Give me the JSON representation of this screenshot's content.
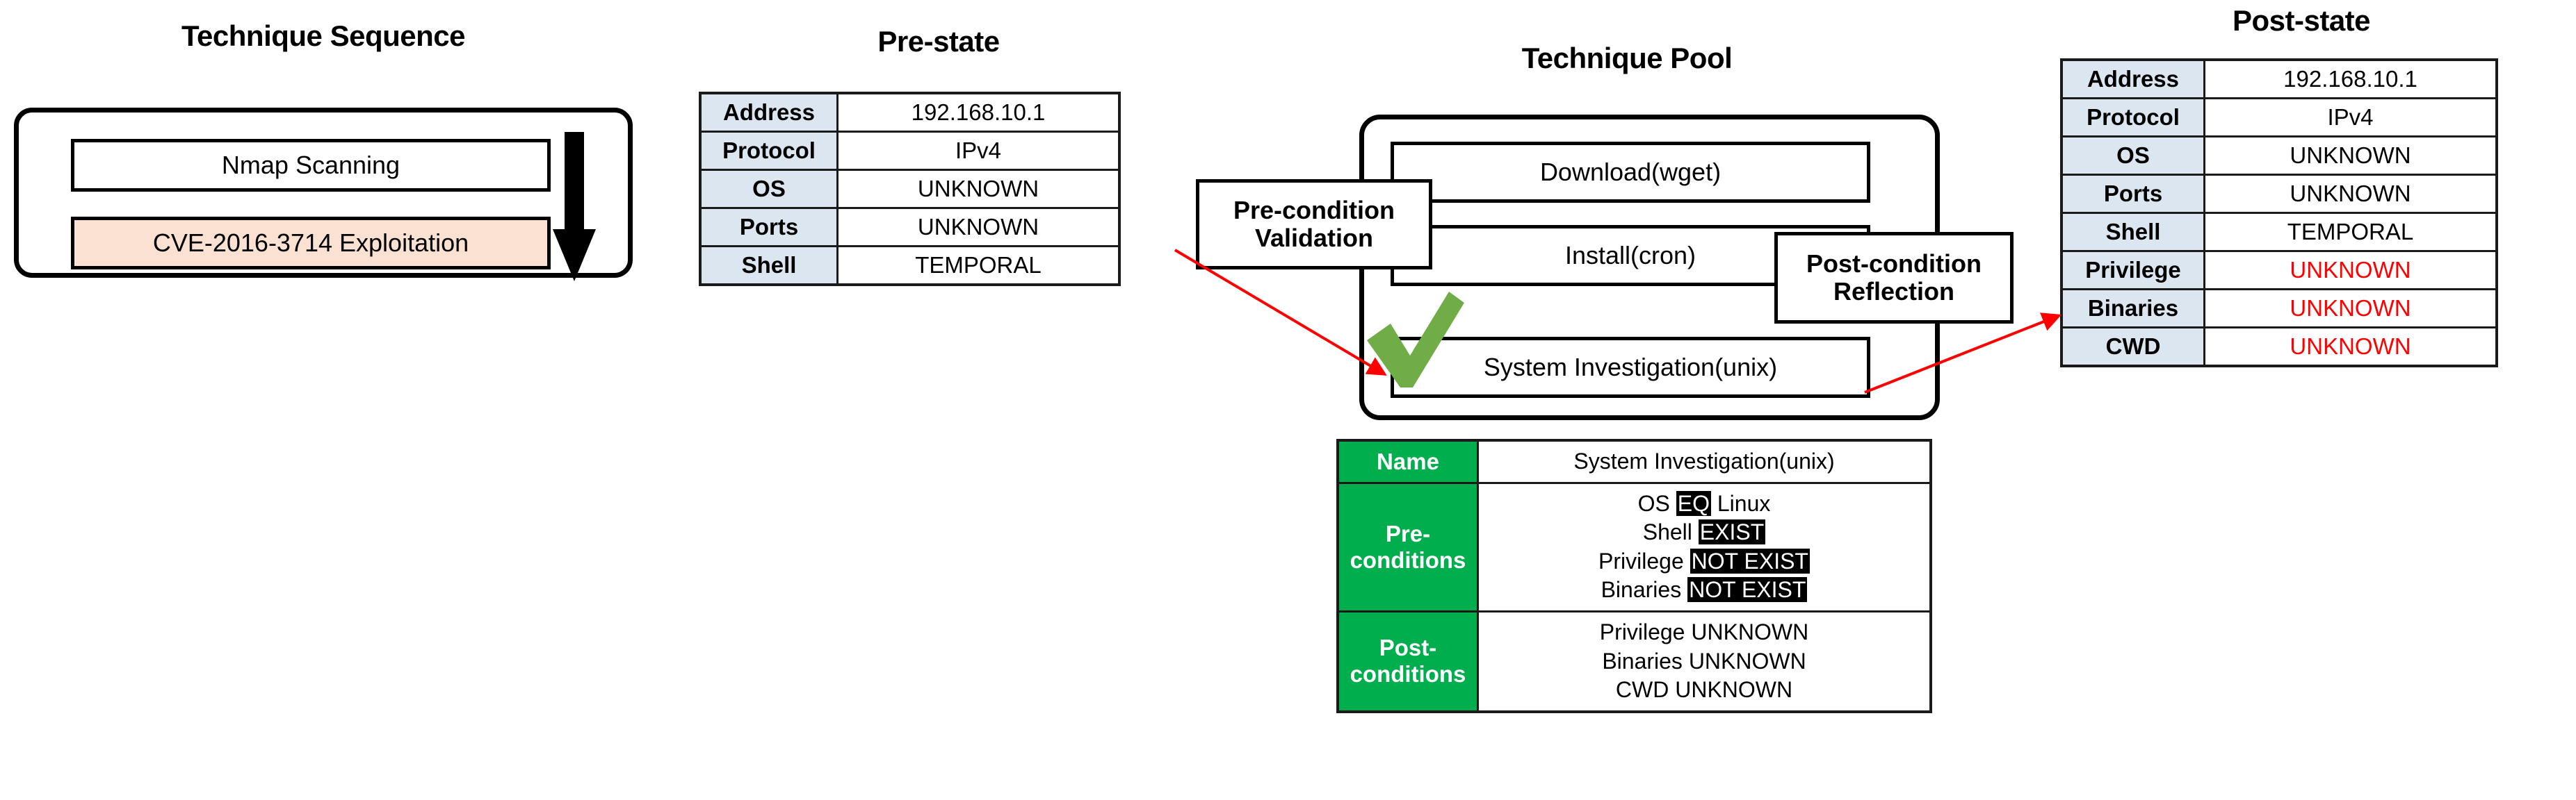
{
  "technique_sequence": {
    "title": "Technique Sequence",
    "items": [
      {
        "label": "Nmap Scanning",
        "highlighted": false
      },
      {
        "label": "CVE-2016-3714 Exploitation",
        "highlighted": true
      }
    ],
    "flow_arrow_icon": "down-arrow-icon",
    "highlight_color": "#FBE1D1"
  },
  "pre_state": {
    "title": "Pre-state",
    "rows": [
      {
        "key": "Address",
        "value": "192.168.10.1",
        "color": "#000000"
      },
      {
        "key": "Protocol",
        "value": "IPv4",
        "color": "#000000"
      },
      {
        "key": "OS",
        "value": "UNKNOWN",
        "color": "#000000"
      },
      {
        "key": "Ports",
        "value": "UNKNOWN",
        "color": "#000000"
      },
      {
        "key": "Shell",
        "value": "TEMPORAL",
        "color": "#000000"
      }
    ],
    "key_bg": "#DCE6F1"
  },
  "post_state": {
    "title": "Post-state",
    "rows": [
      {
        "key": "Address",
        "value": "192.168.10.1",
        "color": "#000000"
      },
      {
        "key": "Protocol",
        "value": "IPv4",
        "color": "#000000"
      },
      {
        "key": "OS",
        "value": "UNKNOWN",
        "color": "#000000"
      },
      {
        "key": "Ports",
        "value": "UNKNOWN",
        "color": "#000000"
      },
      {
        "key": "Shell",
        "value": "TEMPORAL",
        "color": "#000000"
      },
      {
        "key": "Privilege",
        "value": "UNKNOWN",
        "color": "#FF0000"
      },
      {
        "key": "Binaries",
        "value": "UNKNOWN",
        "color": "#FF0000"
      },
      {
        "key": "CWD",
        "value": "UNKNOWN",
        "color": "#FF0000"
      }
    ],
    "key_bg": "#DCE6F1",
    "changed_color": "#FF0000"
  },
  "technique_pool": {
    "title": "Technique Pool",
    "items": [
      {
        "label": "Download(wget)",
        "selected": false
      },
      {
        "label": "Install(cron)",
        "selected": false
      },
      {
        "label": "System Investigation(unix)",
        "selected": true
      }
    ],
    "selected_marker_icon": "green-check-icon",
    "selected_marker_color": "#70AD47"
  },
  "callouts": {
    "pre_condition": {
      "line1": "Pre-condition",
      "line2": "Validation"
    },
    "post_condition": {
      "line1": "Post-condition",
      "line2": "Reflection"
    }
  },
  "arrows": {
    "color": "#FF0000",
    "pre_validation_arrow": "red-arrow-prestate-to-technique",
    "post_reflection_arrow": "red-arrow-technique-to-poststate"
  },
  "technique_detail": {
    "header_bg": "#00AE4D",
    "rows": [
      {
        "label": "Name",
        "label_line1": "Name",
        "label_line2": "",
        "lines": [
          {
            "text": "System Investigation(unix)",
            "highlight": ""
          }
        ]
      },
      {
        "label": "Pre-conditions",
        "label_line1": "Pre-",
        "label_line2": "conditions",
        "lines": [
          {
            "prefix": "OS ",
            "highlight": "EQ",
            "suffix": " Linux"
          },
          {
            "prefix": "Shell ",
            "highlight": "EXIST",
            "suffix": ""
          },
          {
            "prefix": "Privilege ",
            "highlight": "NOT EXIST",
            "suffix": ""
          },
          {
            "prefix": "Binaries ",
            "highlight": "NOT EXIST",
            "suffix": ""
          }
        ]
      },
      {
        "label": "Post-conditions",
        "label_line1": "Post-",
        "label_line2": "conditions",
        "lines": [
          {
            "prefix": "Privilege UNKNOWN",
            "highlight": "",
            "suffix": ""
          },
          {
            "prefix": "Binaries UNKNOWN",
            "highlight": "",
            "suffix": ""
          },
          {
            "prefix": "CWD UNKNOWN",
            "highlight": "",
            "suffix": ""
          }
        ]
      }
    ]
  }
}
